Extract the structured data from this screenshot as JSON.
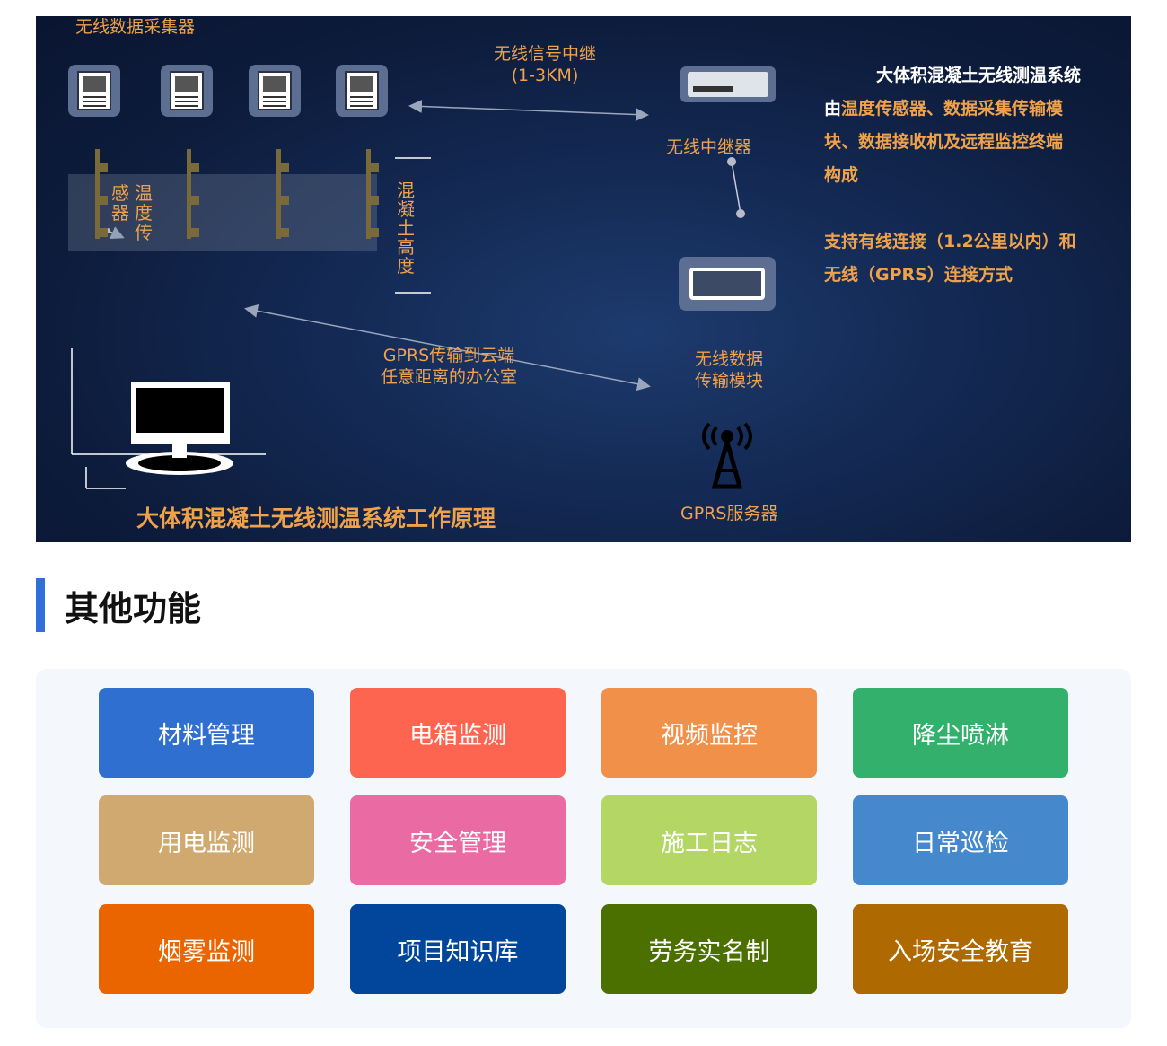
{
  "banner": {
    "collector_label": "无线数据采集器",
    "relay_label_line1": "无线信号中继",
    "relay_label_line2": "(1-3KM)",
    "repeater_label": "无线中继器",
    "sensor_label_col1": "感器",
    "sensor_label_col2": "温度",
    "sensor_label_col3": "传",
    "height_label": "混凝土高度",
    "gprs_label_line1": "GPRS传输到云端",
    "gprs_label_line2": "任意距离的办公室",
    "module_label_line1": "无线数据",
    "module_label_line2": "传输模块",
    "server_label": "GPRS服务器",
    "desc_title": "大体积混凝土无线测温系统",
    "desc_line1_prefix": "由",
    "desc_line1_rest": "温度传感器、数据采集传输模",
    "desc_line2": "块、数据接收机及远程监控终端",
    "desc_line3": "构成",
    "desc_line4": "支持有线连接（1.2公里以内）和",
    "desc_line5": "无线（GPRS）连接方式",
    "bottom_title": "大体积混凝土无线测温系统工作原理"
  },
  "section": {
    "title": "其他功能"
  },
  "features": [
    {
      "label": "材料管理",
      "color": "#2f6fd0"
    },
    {
      "label": "电箱监测",
      "color": "#fd6551"
    },
    {
      "label": "视频监控",
      "color": "#f19049"
    },
    {
      "label": "降尘喷淋",
      "color": "#33b06b"
    },
    {
      "label": "用电监测",
      "color": "#d0a970"
    },
    {
      "label": "安全管理",
      "color": "#ea6aa3"
    },
    {
      "label": "施工日志",
      "color": "#b3d664"
    },
    {
      "label": "日常巡检",
      "color": "#4589cc"
    },
    {
      "label": "烟雾监测",
      "color": "#ea6500"
    },
    {
      "label": "项目知识库",
      "color": "#02469c"
    },
    {
      "label": "劳务实名制",
      "color": "#4c7000"
    },
    {
      "label": "入场安全教育",
      "color": "#ae6a00"
    }
  ]
}
